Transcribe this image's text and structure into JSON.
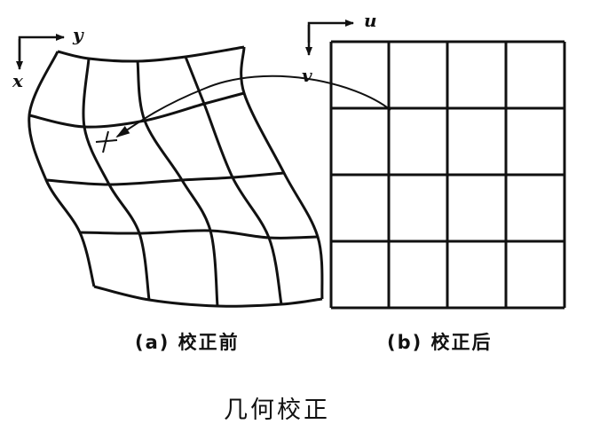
{
  "panel_a": {
    "axis_horizontal": "y",
    "axis_vertical": "x",
    "caption": "(a) 校正前"
  },
  "panel_b": {
    "axis_horizontal": "u",
    "axis_vertical": "v",
    "caption": "(b) 校正后"
  },
  "title": "几何校正"
}
